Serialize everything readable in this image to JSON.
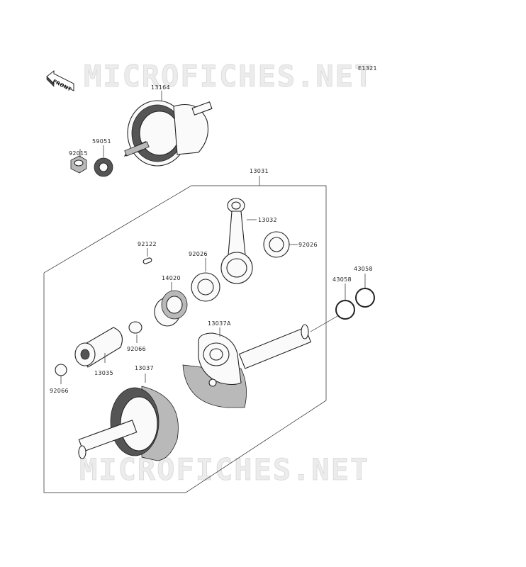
{
  "watermark": {
    "top": "MICROFICHES.NET",
    "bottom": "MICROFICHES.NET"
  },
  "diagram_code": "E1321",
  "front_label": "FRONT",
  "parts": {
    "p13164": "13164",
    "p59051": "59051",
    "p92015": "92015",
    "p13031": "13031",
    "p13032": "13032",
    "p92026a": "92026",
    "p92026b": "92026",
    "p92122": "92122",
    "p14020": "14020",
    "p43058a": "43058",
    "p43058b": "43058",
    "p13037A": "13037A",
    "p92066a": "92066",
    "p13035": "13035",
    "p13037": "13037",
    "p92066b": "92066"
  }
}
